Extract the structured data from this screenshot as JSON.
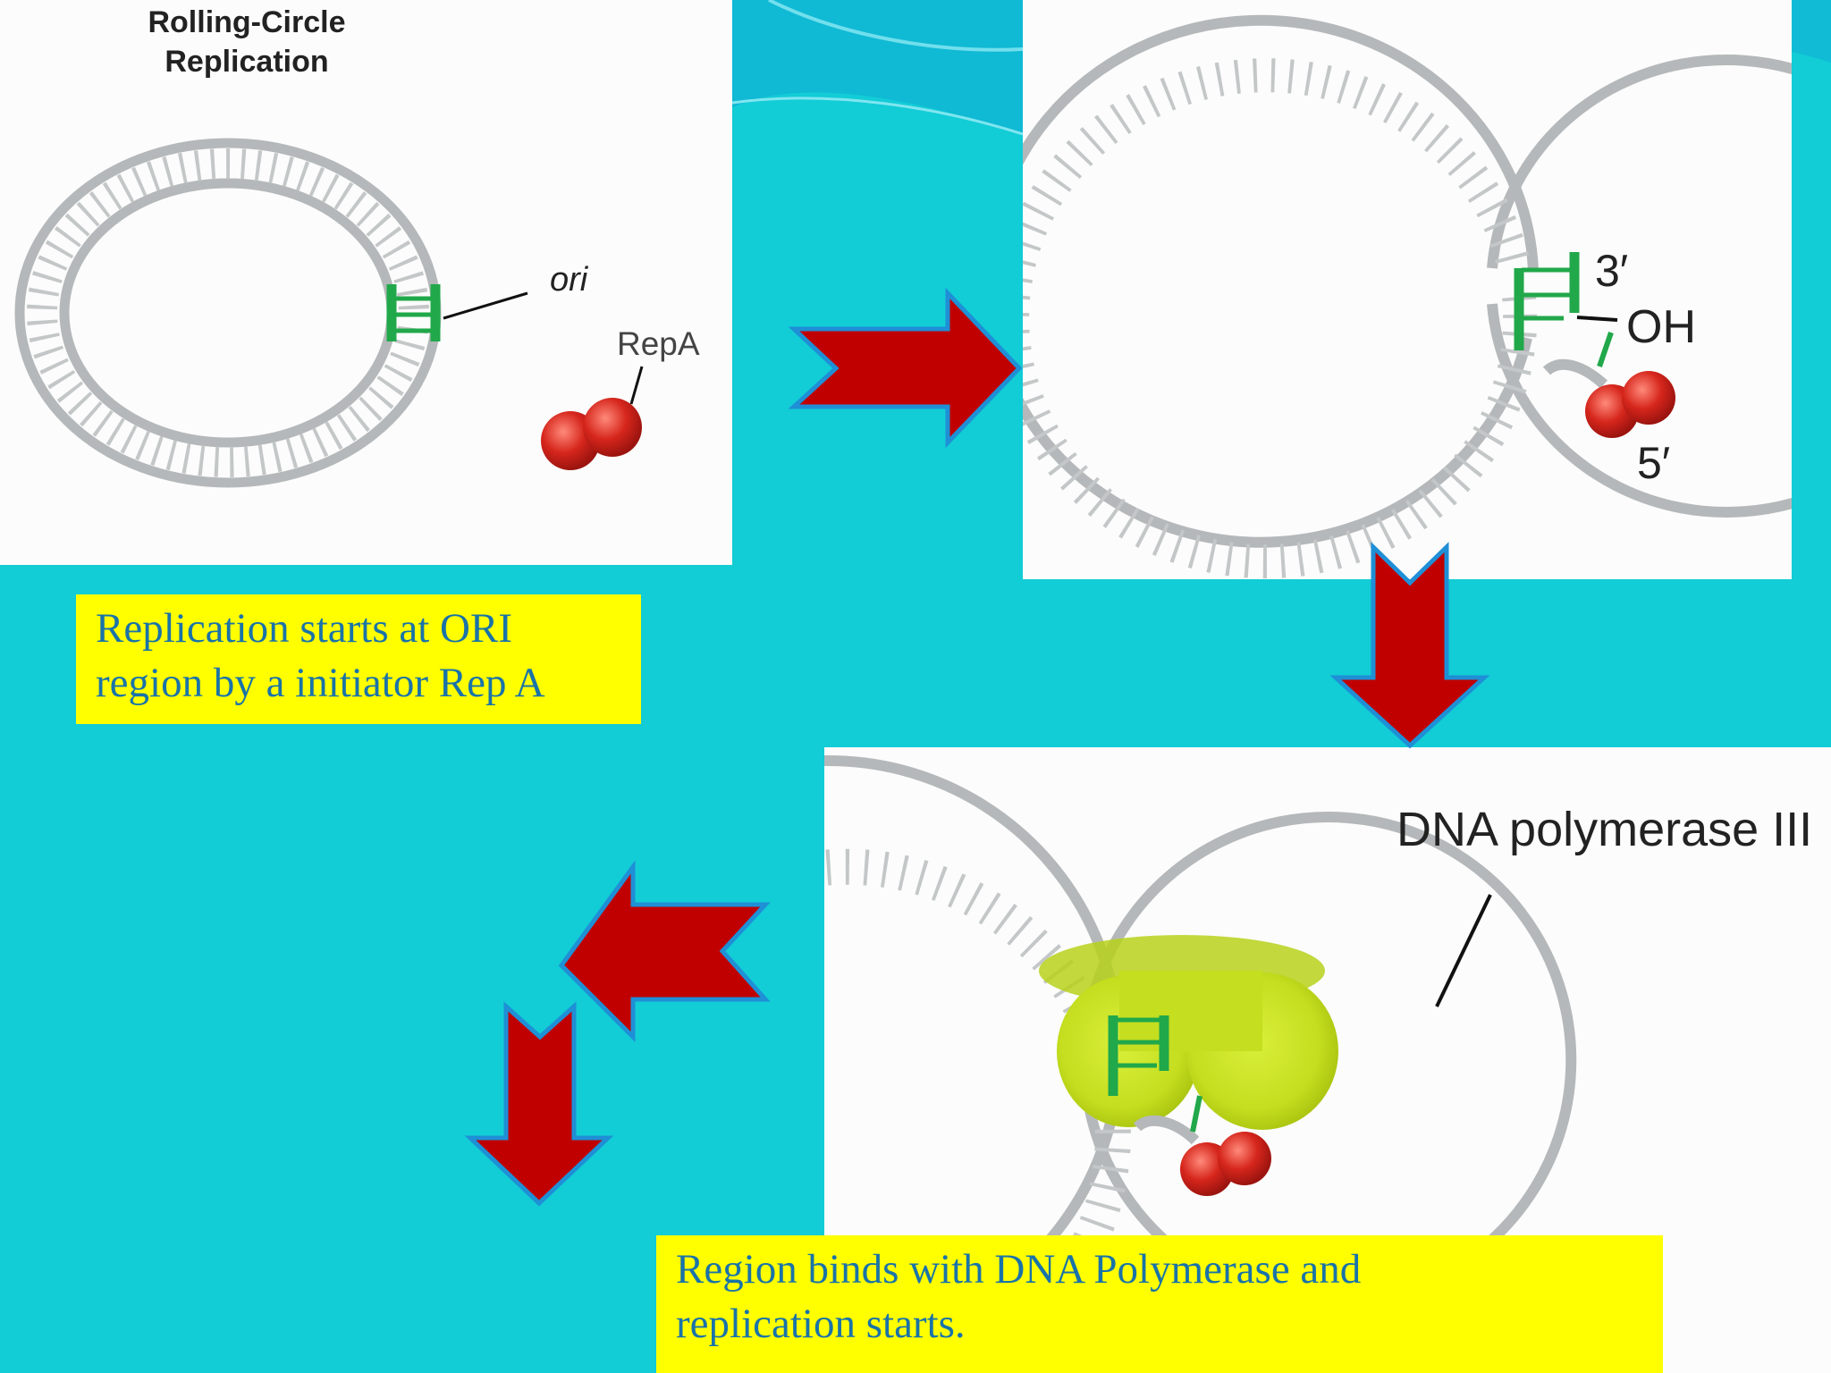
{
  "diagram": {
    "panel1": {
      "title_line1": "Rolling-Circle",
      "title_line2": "Replication",
      "ori_label": "ori",
      "repa_label": "RepA"
    },
    "panel2": {
      "three_prime_label": "3′",
      "oh_label": "OH",
      "five_prime_label": "5′"
    },
    "panel3": {
      "polymerase_label": "DNA polymerase III"
    },
    "captions": {
      "caption1": {
        "line1": "Replication starts at ORI",
        "line2": "region by a initiator Rep A"
      },
      "caption2": {
        "line1": "Region binds with DNA Polymerase and",
        "line2": "replication starts."
      }
    },
    "colors": {
      "background": "#12ccd6",
      "dna_strand": "#b5b8ba",
      "ori_region": "#21a84a",
      "repa_protein": "#d6261c",
      "polymerase": "#c5de1f",
      "arrow_fill": "#c00000",
      "arrow_outline": "#1f8fd6",
      "caption_bg": "#ffff00",
      "caption_text": "#1a73a8"
    }
  }
}
